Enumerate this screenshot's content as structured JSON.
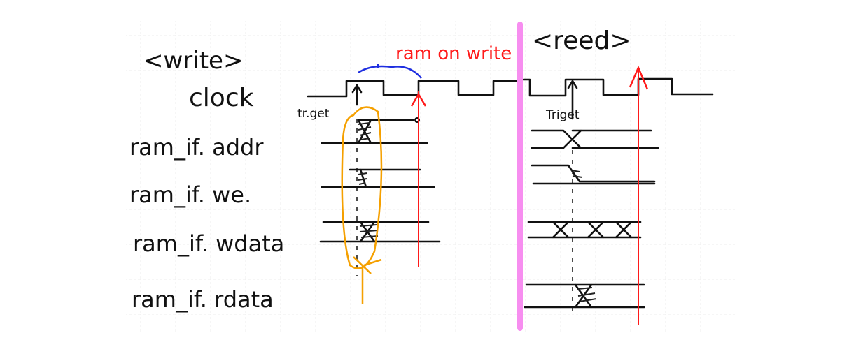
{
  "sections": {
    "write": "<write>",
    "read": "<reed>"
  },
  "signals": {
    "clock": "clock",
    "addr": "ram_if. addr",
    "we": "ram_if. we.",
    "wdata": "ram_if. wdata",
    "rdata": "ram_if. rdata"
  },
  "annotations": {
    "trigger_write": "tr.get",
    "trigger_read": "Triget",
    "ram_write": "ram on write"
  },
  "colors": {
    "ink": "#111111",
    "red": "#ff1a1a",
    "blue": "#1f2fe0",
    "orange": "#f5a000",
    "divider": "#f78ef0",
    "grid": "#eeeeee"
  }
}
